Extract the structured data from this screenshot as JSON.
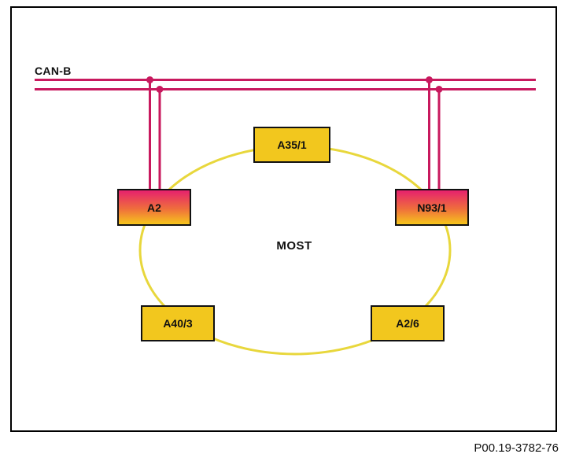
{
  "bus": {
    "label": "CAN-B"
  },
  "ring": {
    "label": "MOST"
  },
  "nodes": [
    {
      "id": "a35-1",
      "label": "A35/1",
      "position": "top",
      "fill": "yellow"
    },
    {
      "id": "a2",
      "label": "A2",
      "position": "left",
      "fill": "gradient"
    },
    {
      "id": "n93-1",
      "label": "N93/1",
      "position": "right",
      "fill": "gradient"
    },
    {
      "id": "a40-3",
      "label": "A40/3",
      "position": "bottom-left",
      "fill": "yellow"
    },
    {
      "id": "a2-6",
      "label": "A2/6",
      "position": "bottom-right",
      "fill": "yellow"
    }
  ],
  "footer": {
    "part_number": "P00.19-3782-76"
  },
  "colors": {
    "bus_line": "#c8195e",
    "ring_line": "#e8d73c",
    "node_yellow": "#f2c71e",
    "node_gradient_top": "#e6216d",
    "node_gradient_bottom": "#f6c51c",
    "frame_border": "#000000",
    "text": "#111111"
  }
}
